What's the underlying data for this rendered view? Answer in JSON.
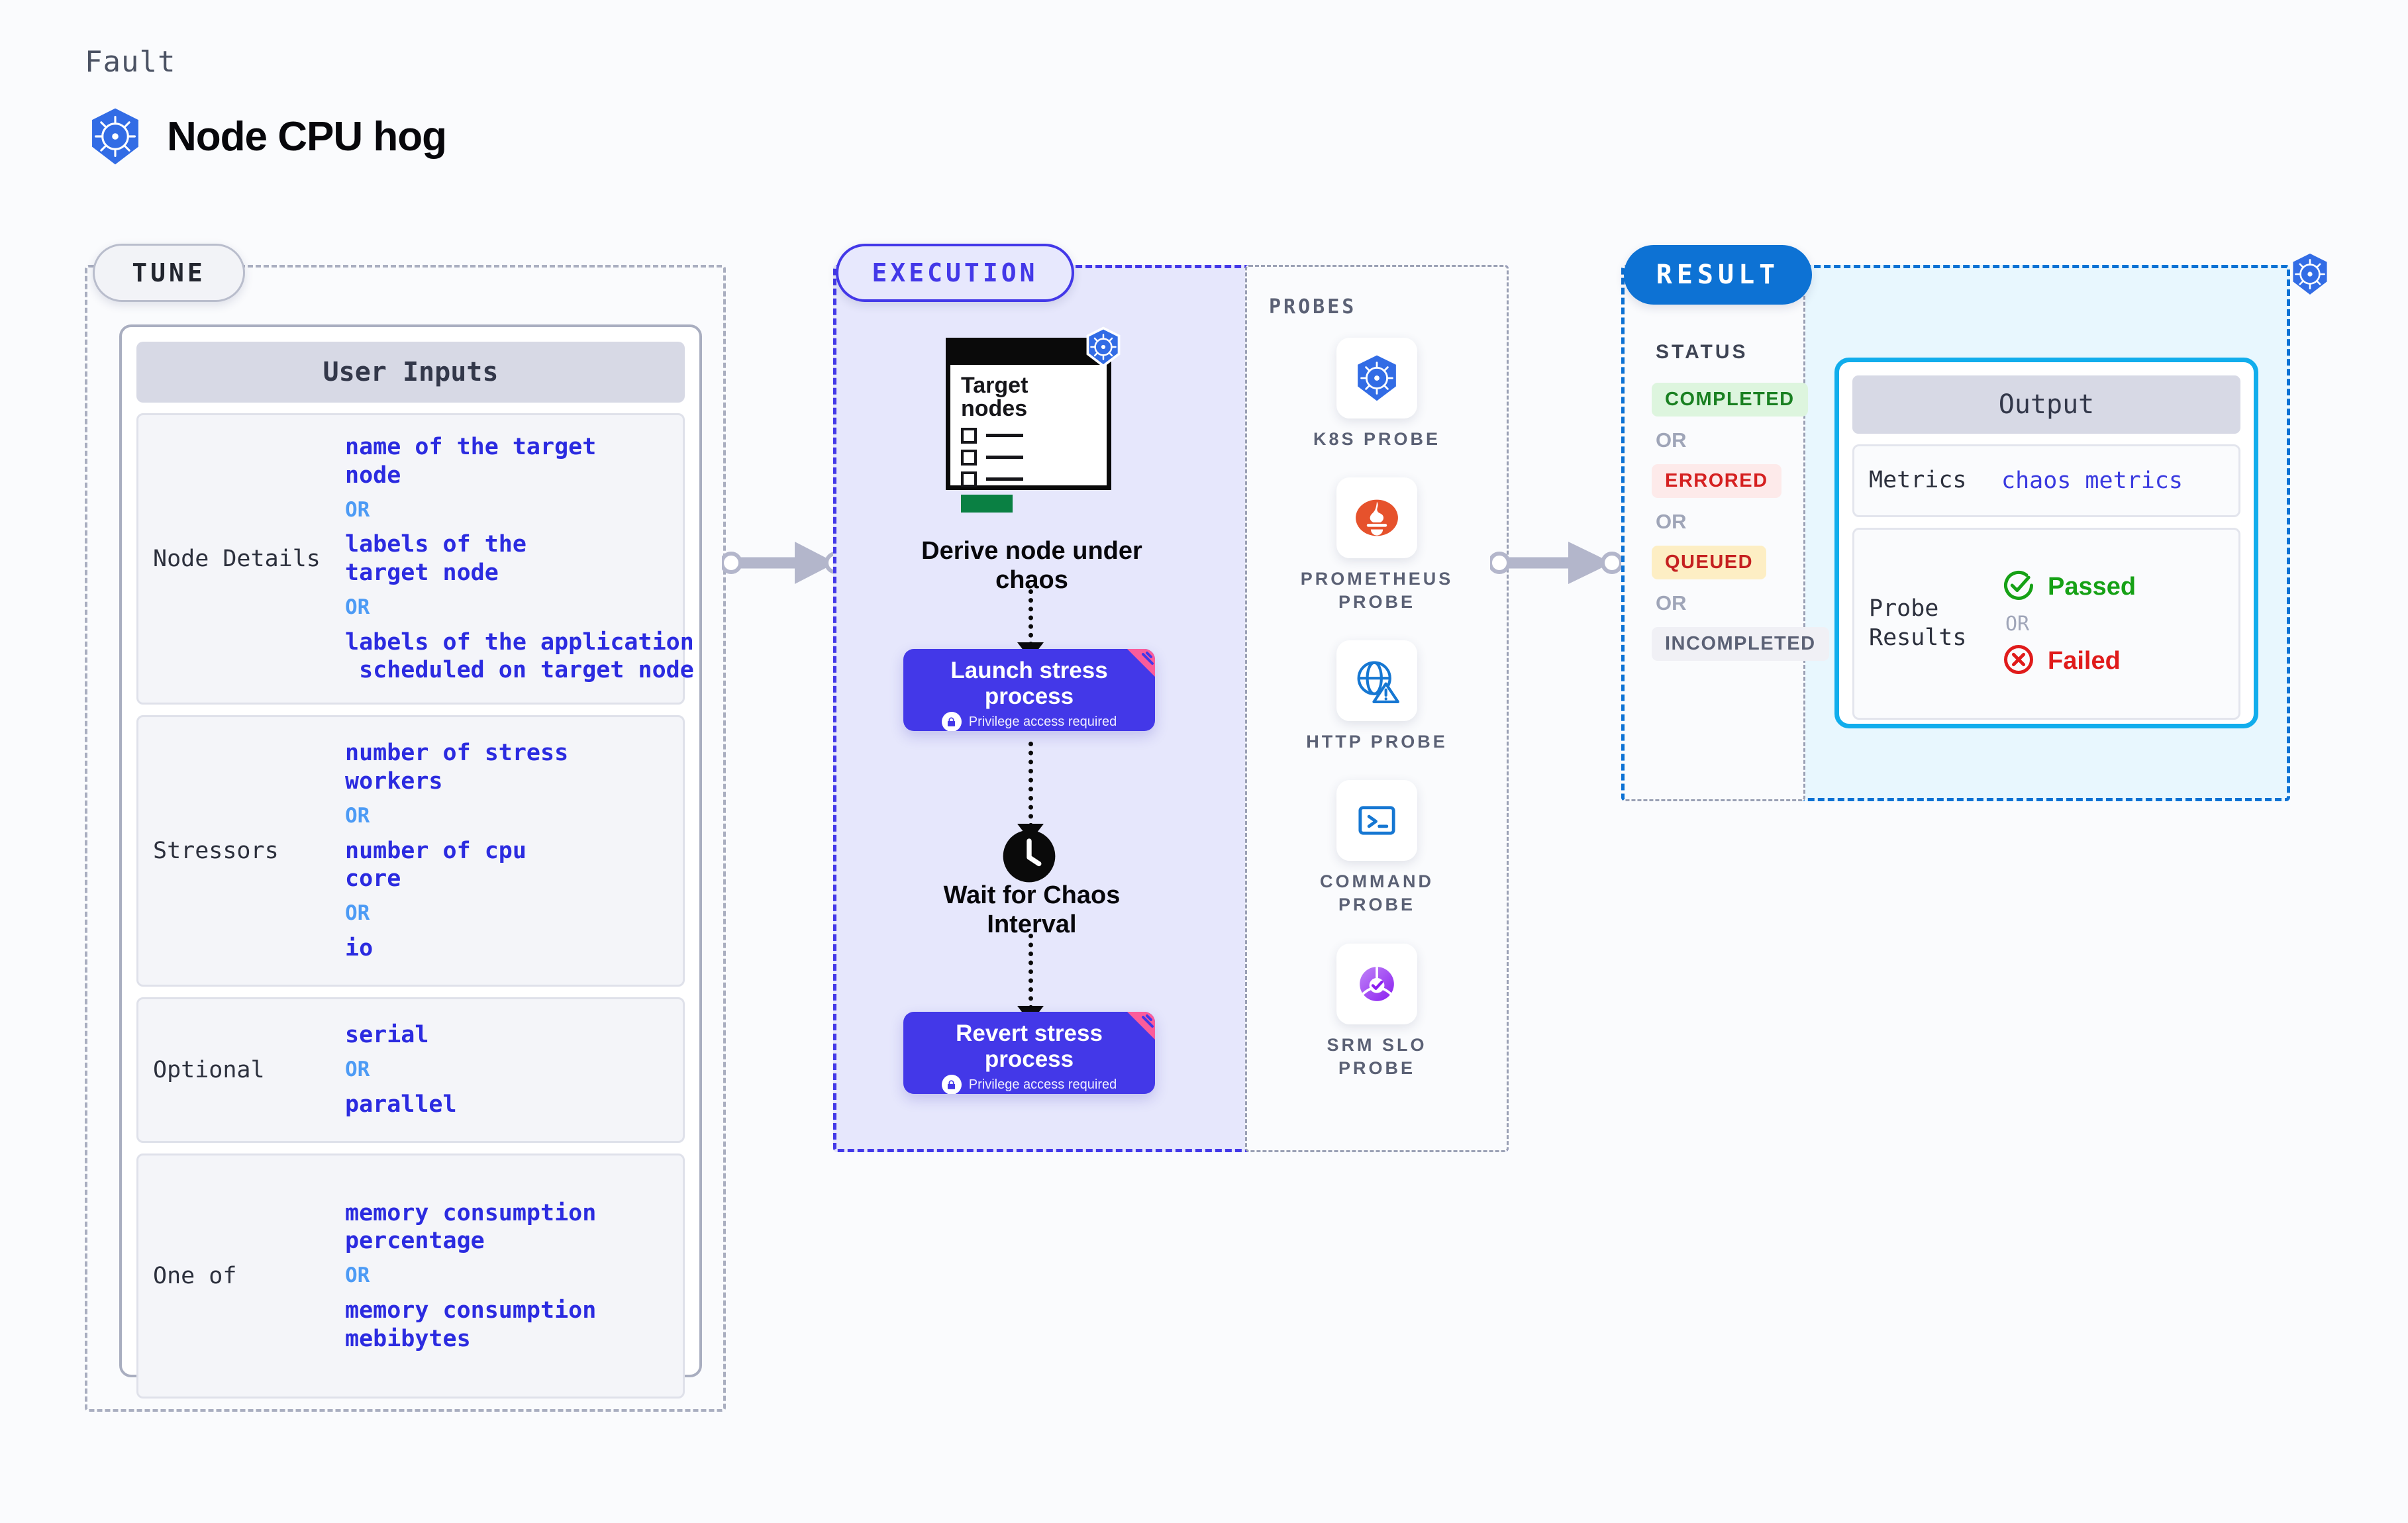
{
  "header": {
    "fault_label": "Fault",
    "title": "Node CPU hog",
    "icon": "kubernetes-icon"
  },
  "tune": {
    "tag": "TUNE",
    "card_title": "User Inputs",
    "rows": [
      {
        "label": "Node Details",
        "values": [
          {
            "kind": "value",
            "text": "name of the target\nnode"
          },
          {
            "kind": "or",
            "text": "OR"
          },
          {
            "kind": "value",
            "text": "labels of the\ntarget node"
          },
          {
            "kind": "or",
            "text": "OR"
          },
          {
            "kind": "value",
            "text": "labels of the application\n scheduled on target node"
          }
        ]
      },
      {
        "label": "Stressors",
        "values": [
          {
            "kind": "value",
            "text": "number of stress\nworkers"
          },
          {
            "kind": "or",
            "text": "OR"
          },
          {
            "kind": "value",
            "text": "number of cpu\ncore"
          },
          {
            "kind": "or",
            "text": "OR"
          },
          {
            "kind": "value",
            "text": "io"
          }
        ]
      },
      {
        "label": "Optional",
        "values": [
          {
            "kind": "value",
            "text": "serial"
          },
          {
            "kind": "or",
            "text": "OR"
          },
          {
            "kind": "value",
            "text": "parallel"
          }
        ]
      },
      {
        "label": "One of",
        "values": [
          {
            "kind": "value",
            "text": "memory consumption\npercentage"
          },
          {
            "kind": "or",
            "text": "OR"
          },
          {
            "kind": "value",
            "text": "memory consumption\nmebibytes"
          }
        ]
      }
    ]
  },
  "execution": {
    "tag": "EXECUTION",
    "target_card": {
      "title": "Target\nnodes",
      "badge_icon": "kubernetes-icon",
      "checkbox_count": 3
    },
    "steps": [
      {
        "caption": "Derive node under\nchaos"
      },
      {
        "caption": "Wait for Chaos\nInterval",
        "icon": "clock-icon"
      }
    ],
    "process_boxes": [
      {
        "title": "Launch stress\nprocess",
        "sub": "Privilege access required",
        "icon": "lock-icon",
        "ribbon": "ribbon-icon"
      },
      {
        "title": "Revert stress\nprocess",
        "sub": "Privilege access required",
        "icon": "lock-icon",
        "ribbon": "ribbon-icon"
      }
    ]
  },
  "probes": {
    "title": "PROBES",
    "items": [
      {
        "name": "K8S PROBE",
        "icon": "kubernetes-icon"
      },
      {
        "name": "PROMETHEUS\nPROBE",
        "icon": "prometheus-icon"
      },
      {
        "name": "HTTP PROBE",
        "icon": "globe-warning-icon"
      },
      {
        "name": "COMMAND\nPROBE",
        "icon": "terminal-icon"
      },
      {
        "name": "SRM SLO\nPROBE",
        "icon": "slo-donut-icon"
      }
    ]
  },
  "result": {
    "tag": "RESULT",
    "status_title": "STATUS",
    "statuses": [
      {
        "label": "COMPLETED",
        "style": "completed"
      },
      {
        "label": "OR",
        "style": "or"
      },
      {
        "label": "ERRORED",
        "style": "errored"
      },
      {
        "label": "OR",
        "style": "or"
      },
      {
        "label": "QUEUED",
        "style": "queued"
      },
      {
        "label": "OR",
        "style": "or"
      },
      {
        "label": "INCOMPLETED",
        "style": "incompleted"
      }
    ],
    "corner_icon": "kubernetes-icon",
    "output": {
      "title": "Output",
      "metrics_label": "Metrics",
      "metrics_value": "chaos metrics",
      "probe_results_label": "Probe\nResults",
      "passed": "Passed",
      "or": "OR",
      "failed": "Failed"
    }
  },
  "colors": {
    "brand_k8s": "#326ce5",
    "execution_purple": "#4338e8",
    "result_blue": "#0d72d4",
    "output_cyan": "#11adec",
    "pass_green": "#16a116",
    "fail_red": "#e01b1b",
    "ribbon_pink": "#fb5c9b"
  }
}
